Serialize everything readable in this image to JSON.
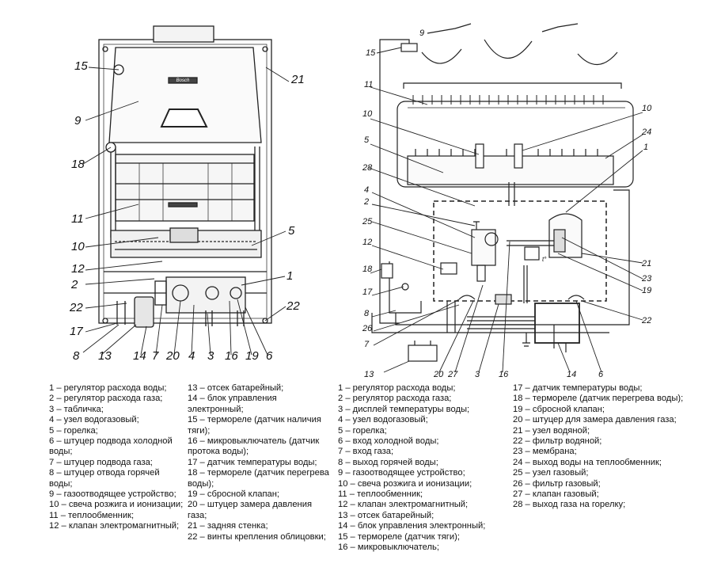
{
  "left_diagram": {
    "callouts": [
      "15",
      "9",
      "18",
      "11",
      "10",
      "12",
      "2",
      "22",
      "17",
      "8",
      "13",
      "14",
      "7",
      "20",
      "4",
      "3",
      "16",
      "19",
      "6",
      "21",
      "5",
      "1",
      "22"
    ],
    "plate_text": "Bosch"
  },
  "right_diagram": {
    "callouts": [
      "9",
      "15",
      "11",
      "10",
      "5",
      "28",
      "4",
      "2",
      "25",
      "12",
      "18",
      "17",
      "8",
      "26",
      "7",
      "13",
      "20",
      "27",
      "3",
      "16",
      "14",
      "6",
      "10",
      "24",
      "1",
      "21",
      "23",
      "19",
      "22"
    ],
    "sensor_label": "t°"
  },
  "legend_left": [
    [
      "1 – регулятор расхода воды;",
      "2 – регулятор расхода газа;",
      "3 – табличка;",
      "4 – узел водогазовый;",
      "5 – горелка;",
      "6 – штуцер подвода холодной воды;",
      "7 – штуцер подвода газа;",
      "8 – штуцер отвода горячей воды;",
      "9 – газоотводящее устройство;",
      "10 – свеча розжига и ионизации;",
      "11 – теплообменник;",
      "12 – клапан электромагнитный;"
    ],
    [
      "13 – отсек батарейный;",
      "14 – блок управления электронный;",
      "15 – термореле (датчик наличия тяги);",
      "16 – микровыключатель (датчик протока воды);",
      "17 – датчик температуры воды;",
      "18 – термореле (датчик перегрева воды);",
      "19 – сбросной клапан;",
      "20 – штуцер замера давления газа;",
      "21 – задняя стенка;",
      "22 – винты крепления облицовки;"
    ]
  ],
  "legend_right": [
    [
      "1 – регулятор расхода воды;",
      "2 – регулятор расхода газа;",
      "3 – дисплей температуры воды;",
      "4 – узел водогазовый;",
      "5 – горелка;",
      "6 – вход холодной воды;",
      "7 – вход газа;",
      "8 – выход горячей воды;",
      "9 – газоотводящее устройство;",
      "10 – свеча розжига и ионизации;",
      "11 – теплообменник;",
      "12 – клапан электромагнитный;",
      "13 – отсек батарейный;",
      "14 – блок управления электронный;",
      "15 – термореле (датчик тяги);",
      "16 – микровыключатель;"
    ],
    [
      "17 – датчик температуры воды;",
      "18 – термореле (датчик перегрева воды);",
      "19 – сбросной клапан;",
      "20 – штуцер для замера давления газа;",
      "21 – узел водяной;",
      "22 – фильтр водяной;",
      "23 – мембрана;",
      "24 – выход воды на теплообменник;",
      "25 – узел газовый;",
      "26 – фильтр газовый;",
      "27 – клапан газовый;",
      "28 – выход газа на горелку;"
    ]
  ]
}
